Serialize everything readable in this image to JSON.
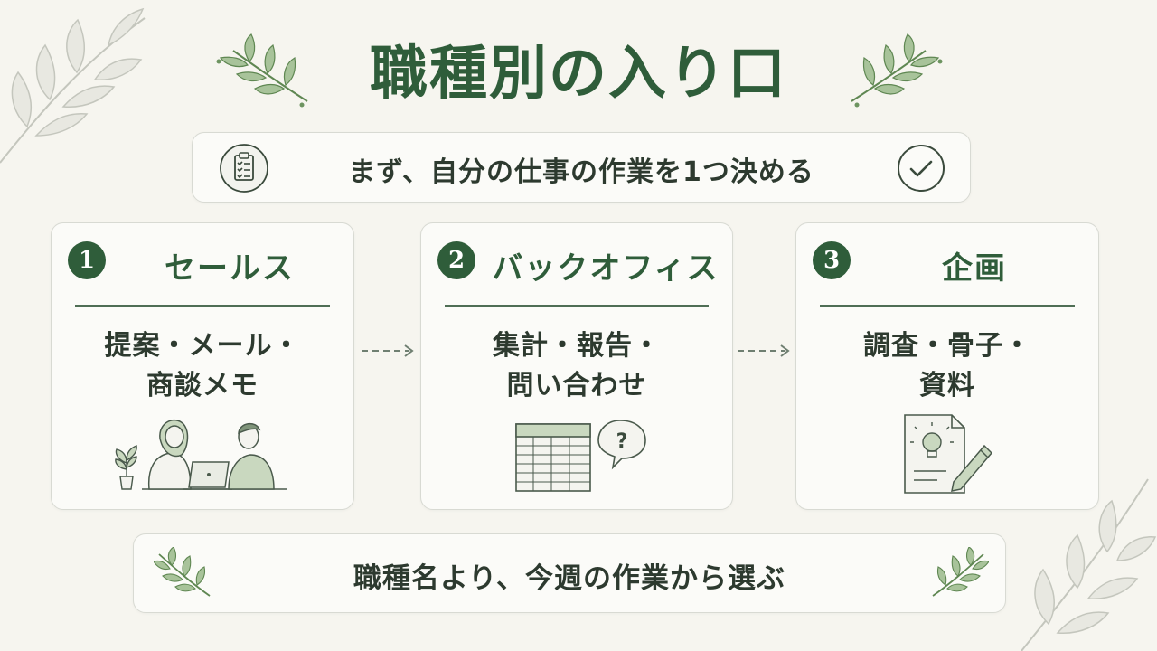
{
  "title": "職種別の入り口",
  "subtitle": "まず、自分の仕事の作業を1つ決める",
  "cards": [
    {
      "number": "1",
      "title": "セールス",
      "tasks_line1": "提案・メール・",
      "tasks_line2": "商談メモ",
      "illustration": "people-with-laptop-icon"
    },
    {
      "number": "2",
      "title": "バックオフィス",
      "tasks_line1": "集計・報告・",
      "tasks_line2": "問い合わせ",
      "illustration": "spreadsheet-question-icon"
    },
    {
      "number": "3",
      "title": "企画",
      "tasks_line1": "調査・骨子・",
      "tasks_line2": "資料",
      "illustration": "document-lightbulb-pencil-icon"
    }
  ],
  "bottom": "職種名より、今週の作業から選ぶ",
  "icons": {
    "left_subtitle": "clipboard-checklist-icon",
    "right_subtitle": "checkmark-circle-icon"
  },
  "colors": {
    "accent": "#2f5d3a",
    "background": "#f6f5ef",
    "leaf": "#6d9460",
    "panel_border": "#d8dad3"
  }
}
